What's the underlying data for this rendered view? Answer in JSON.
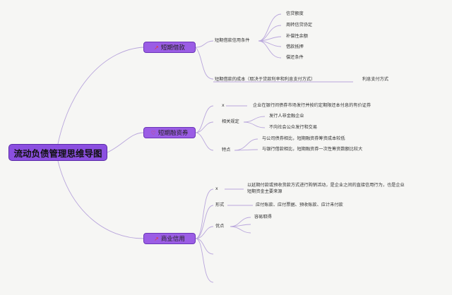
{
  "root": "流动负债管理思维导图",
  "branches": [
    {
      "label": "短期借款",
      "icon": "trend-icon",
      "items": {
        "conditions": "短期借款信用条件",
        "conditions_children": [
          "信贷额度",
          "周转信贷协定",
          "补偿性余额",
          "借款抵押",
          "偿还条件"
        ],
        "cost": "短期借款的成本（取决于贷款利率和利息支付方式）",
        "cost_child": "利息支付方式"
      }
    },
    {
      "label": "短期融资券",
      "icon": "heart-icon",
      "items": {
        "x": "x",
        "x_child": "企业在银行间债券市场发行并按约定期限还本付息的有价证券",
        "rules": "相关规定",
        "rules_children": [
          "发行人非金融企业",
          "不向社会公众发行和交易"
        ],
        "features": "特点",
        "features_children": [
          "与公司债券相比，短期融资券筹资成本较低",
          "与银行借款相比，短期融资券一次性筹资数额比较大"
        ]
      }
    },
    {
      "label": "商业信用",
      "icon": "trend-icon",
      "items": {
        "x": "x",
        "x_child_line1": "以延期付款或预收货款方式进行购销活动，是企业之间的直接信用行为，也是企业",
        "x_child_line2": "短期资金主要来源",
        "form": "形式",
        "form_child": "应付账款、应付票据、预收账款、应计未付款",
        "advantage": "优点",
        "advantage_child": "容易取得"
      }
    }
  ],
  "colors": {
    "node": "#9b5de5",
    "line": "#b9a6dc"
  }
}
